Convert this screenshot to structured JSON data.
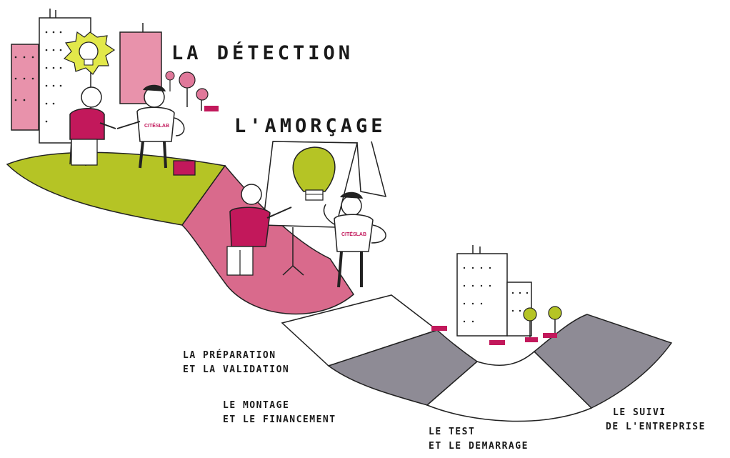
{
  "stages": [
    {
      "id": "detection",
      "label": "LA DÉTECTION"
    },
    {
      "id": "amorcage",
      "label": "L'AMORÇAGE"
    },
    {
      "id": "preparation",
      "line1": "LA PRÉPARATION",
      "line2": "ET LA VALIDATION"
    },
    {
      "id": "montage",
      "line1": "LE MONTAGE",
      "line2": "ET LE FINANCEMENT"
    },
    {
      "id": "test",
      "line1": "LE TEST",
      "line2": "ET LE DEMARRAGE"
    },
    {
      "id": "suivi",
      "line1": "LE SUIVI",
      "line2": "DE L'ENTREPRISE"
    }
  ],
  "badge_text": "CITÉSLAB",
  "colors": {
    "green": "#b5c425",
    "pink": "#d96a8c",
    "magenta": "#c2185b",
    "grey": "#8e8b95",
    "outline": "#222222"
  }
}
